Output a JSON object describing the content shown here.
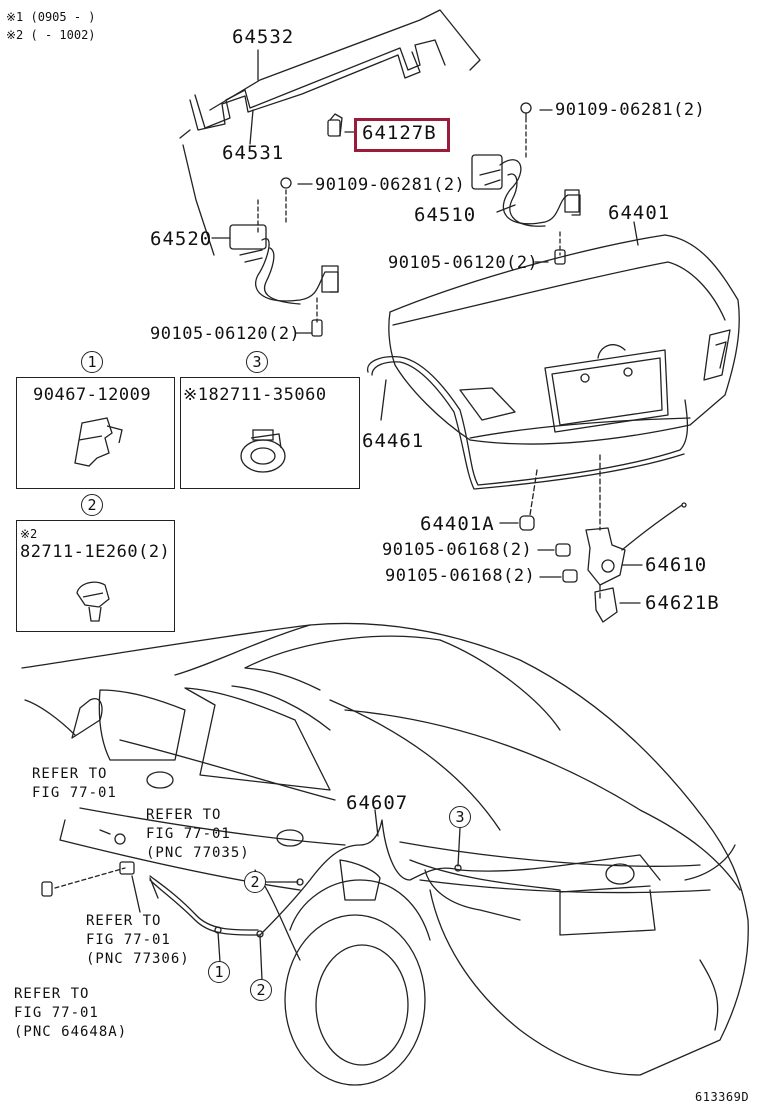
{
  "header_notes": [
    "※1 (0905 -       )",
    "※2 (       - 1002)"
  ],
  "highlight_part": "64127B",
  "labels": {
    "p64532": "64532",
    "p64531": "64531",
    "p64127b": "64127B",
    "bolt_top_right": "90109-06281(2)",
    "bolt_top_left": "90109-06281(2)",
    "p64510": "64510",
    "p64401": "64401",
    "p64520": "64520",
    "bolt_06120_right": "90105-06120(2)",
    "bolt_06120_left": "90105-06120(2)",
    "p64461": "64461",
    "p64401a": "64401A",
    "bolt_06168_a": "90105-06168(2)",
    "bolt_06168_b": "90105-06168(2)",
    "p64610": "64610",
    "p64621b": "64621B",
    "p64607": "64607"
  },
  "insets": [
    {
      "num": "1",
      "part": "90467-12009",
      "note": ""
    },
    {
      "num": "3",
      "part": "※182711-35060",
      "note": ""
    },
    {
      "num": "2",
      "part": "82711-1E260(2)",
      "note": "※2"
    }
  ],
  "callouts": {
    "c1": "1",
    "c2a": "2",
    "c2b": "2",
    "c3": "3"
  },
  "refs": [
    {
      "lines": [
        "REFER TO",
        "FIG 77-01"
      ]
    },
    {
      "lines": [
        "REFER TO",
        "FIG 77-01",
        "(PNC 77035)"
      ]
    },
    {
      "lines": [
        "REFER TO",
        "FIG 77-01",
        "(PNC 77306)"
      ]
    },
    {
      "lines": [
        "REFER TO",
        "FIG 77-01",
        "(PNC 64648A)"
      ]
    }
  ],
  "figure_code": "613369D"
}
